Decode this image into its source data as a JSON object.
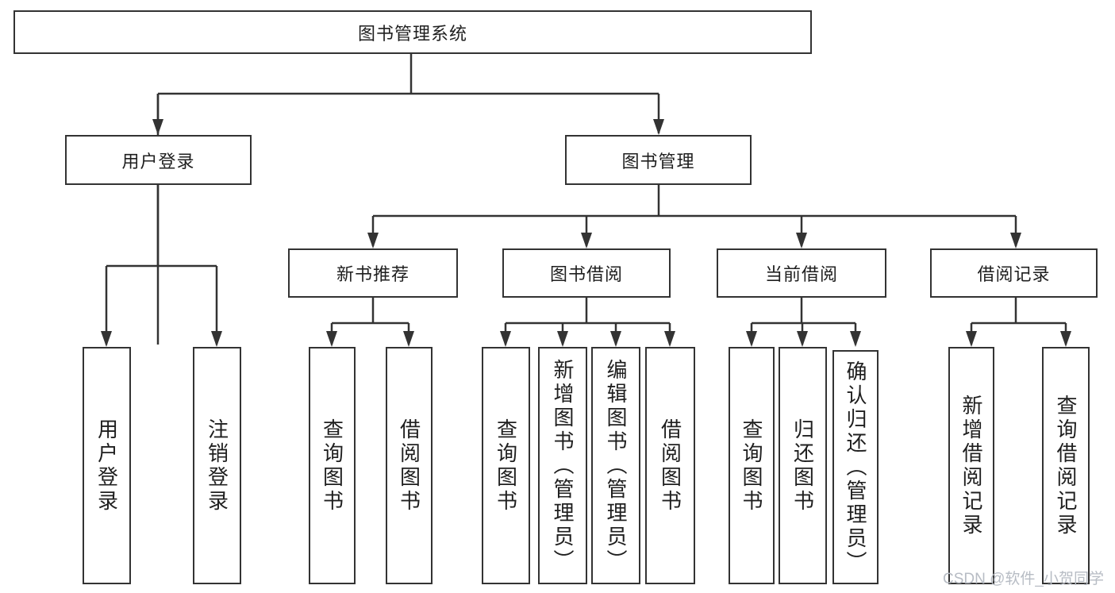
{
  "diagram": {
    "root": {
      "label": "图书管理系统"
    },
    "branches": [
      {
        "label": "用户登录",
        "children": [
          {
            "label": "用户登录"
          },
          {
            "label": "注销登录"
          }
        ]
      },
      {
        "label": "图书管理",
        "children": [
          {
            "label": "新书推荐",
            "children": [
              {
                "label": "查询图书"
              },
              {
                "label": "借阅图书"
              }
            ]
          },
          {
            "label": "图书借阅",
            "children": [
              {
                "label": "查询图书"
              },
              {
                "label": "新增图书（管理员）"
              },
              {
                "label": "编辑图书（管理员）"
              },
              {
                "label": "借阅图书"
              }
            ]
          },
          {
            "label": "当前借阅",
            "children": [
              {
                "label": "查询图书"
              },
              {
                "label": "归还图书"
              },
              {
                "label": "确认归还（管理员）"
              }
            ]
          },
          {
            "label": "借阅记录",
            "children": [
              {
                "label": "新增借阅记录"
              },
              {
                "label": "查询借阅记录"
              }
            ]
          }
        ]
      }
    ]
  },
  "watermark": {
    "text": "CSDN @软件_小贺同学"
  },
  "colors": {
    "line": "#333333",
    "box_border": "#333333",
    "text": "#1f1f1f",
    "watermark": "#b7bcc4",
    "background": "#ffffff"
  }
}
